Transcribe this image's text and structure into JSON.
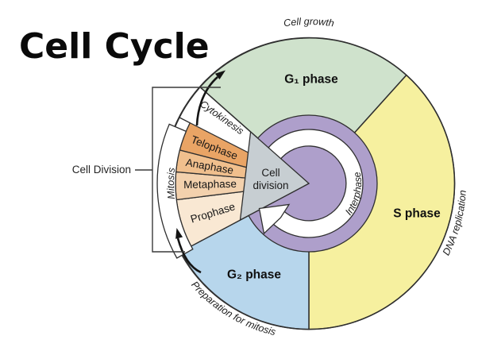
{
  "title": "Cell Cycle",
  "outer_labels": {
    "top": "Cell growth",
    "right": "DNA replication",
    "bottom": "Preparation for mitosis"
  },
  "sectors": {
    "g1": "G₁ phase",
    "s": "S phase",
    "g2": "G₂ phase"
  },
  "ring": {
    "interphase": "Interphase"
  },
  "center_wedge": {
    "line1": "Cell",
    "line2": "division"
  },
  "mitosis": {
    "band_label": "Mitosis",
    "bracket_label": "Cell Division",
    "cytokinesis": "Cytokinesis",
    "phases": [
      "Telophase",
      "Anaphase",
      "Metaphase",
      "Prophase"
    ]
  },
  "colors": {
    "g1_green": "#cfe2cc",
    "s_yellow": "#f6f09f",
    "g2_blue": "#b7d6ec",
    "m_white": "#ffffff",
    "interphase_purple": "#ae9fcb",
    "wedge_gray": "#c7ced2",
    "telophase_orange": "#e9a465",
    "anaphase_orange": "#f0bf8d",
    "metaphase_orange": "#f3d1ad",
    "prophase_cream": "#f9e8d3",
    "ring_white": "#ffffff",
    "outline": "#2f2f2f"
  }
}
